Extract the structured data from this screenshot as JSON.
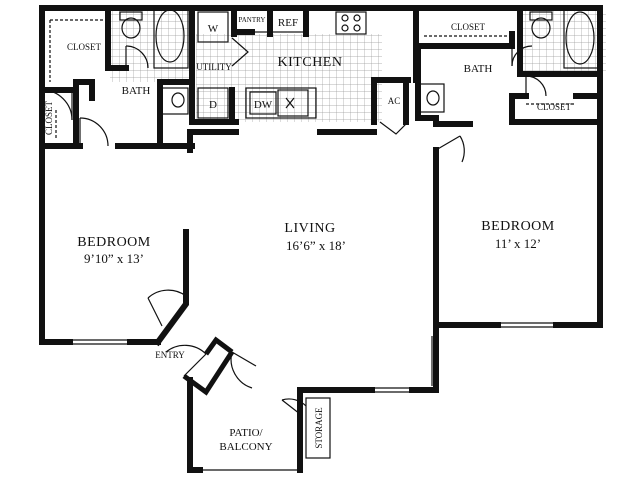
{
  "plan": {
    "rooms": {
      "bedroom_left": {
        "name": "BEDROOM",
        "dims": "9’10” x 13’"
      },
      "living": {
        "name": "LIVING",
        "dims": "16’6” x 18’"
      },
      "bedroom_right": {
        "name": "BEDROOM",
        "dims": "11’ x 12’"
      },
      "kitchen": "KITCHEN",
      "bath_left": "BATH",
      "bath_right": "BATH",
      "closet_top_left": "CLOSET",
      "closet_side_left": "CLOSET",
      "closet_top_right": "CLOSET",
      "closet_right": "CLOSET",
      "utility": "UTILITY",
      "pantry": "PANTRY",
      "ref": "REF",
      "washer": "W",
      "dryer": "D",
      "dw": "DW",
      "ac": "AC",
      "entry": "ENTRY",
      "patio_line1": "PATIO/",
      "patio_line2": "BALCONY",
      "storage": "STORAGE"
    },
    "colors": {
      "wall": "#111111",
      "floor_tile": "#9a9a9a",
      "background": "#ffffff"
    }
  }
}
